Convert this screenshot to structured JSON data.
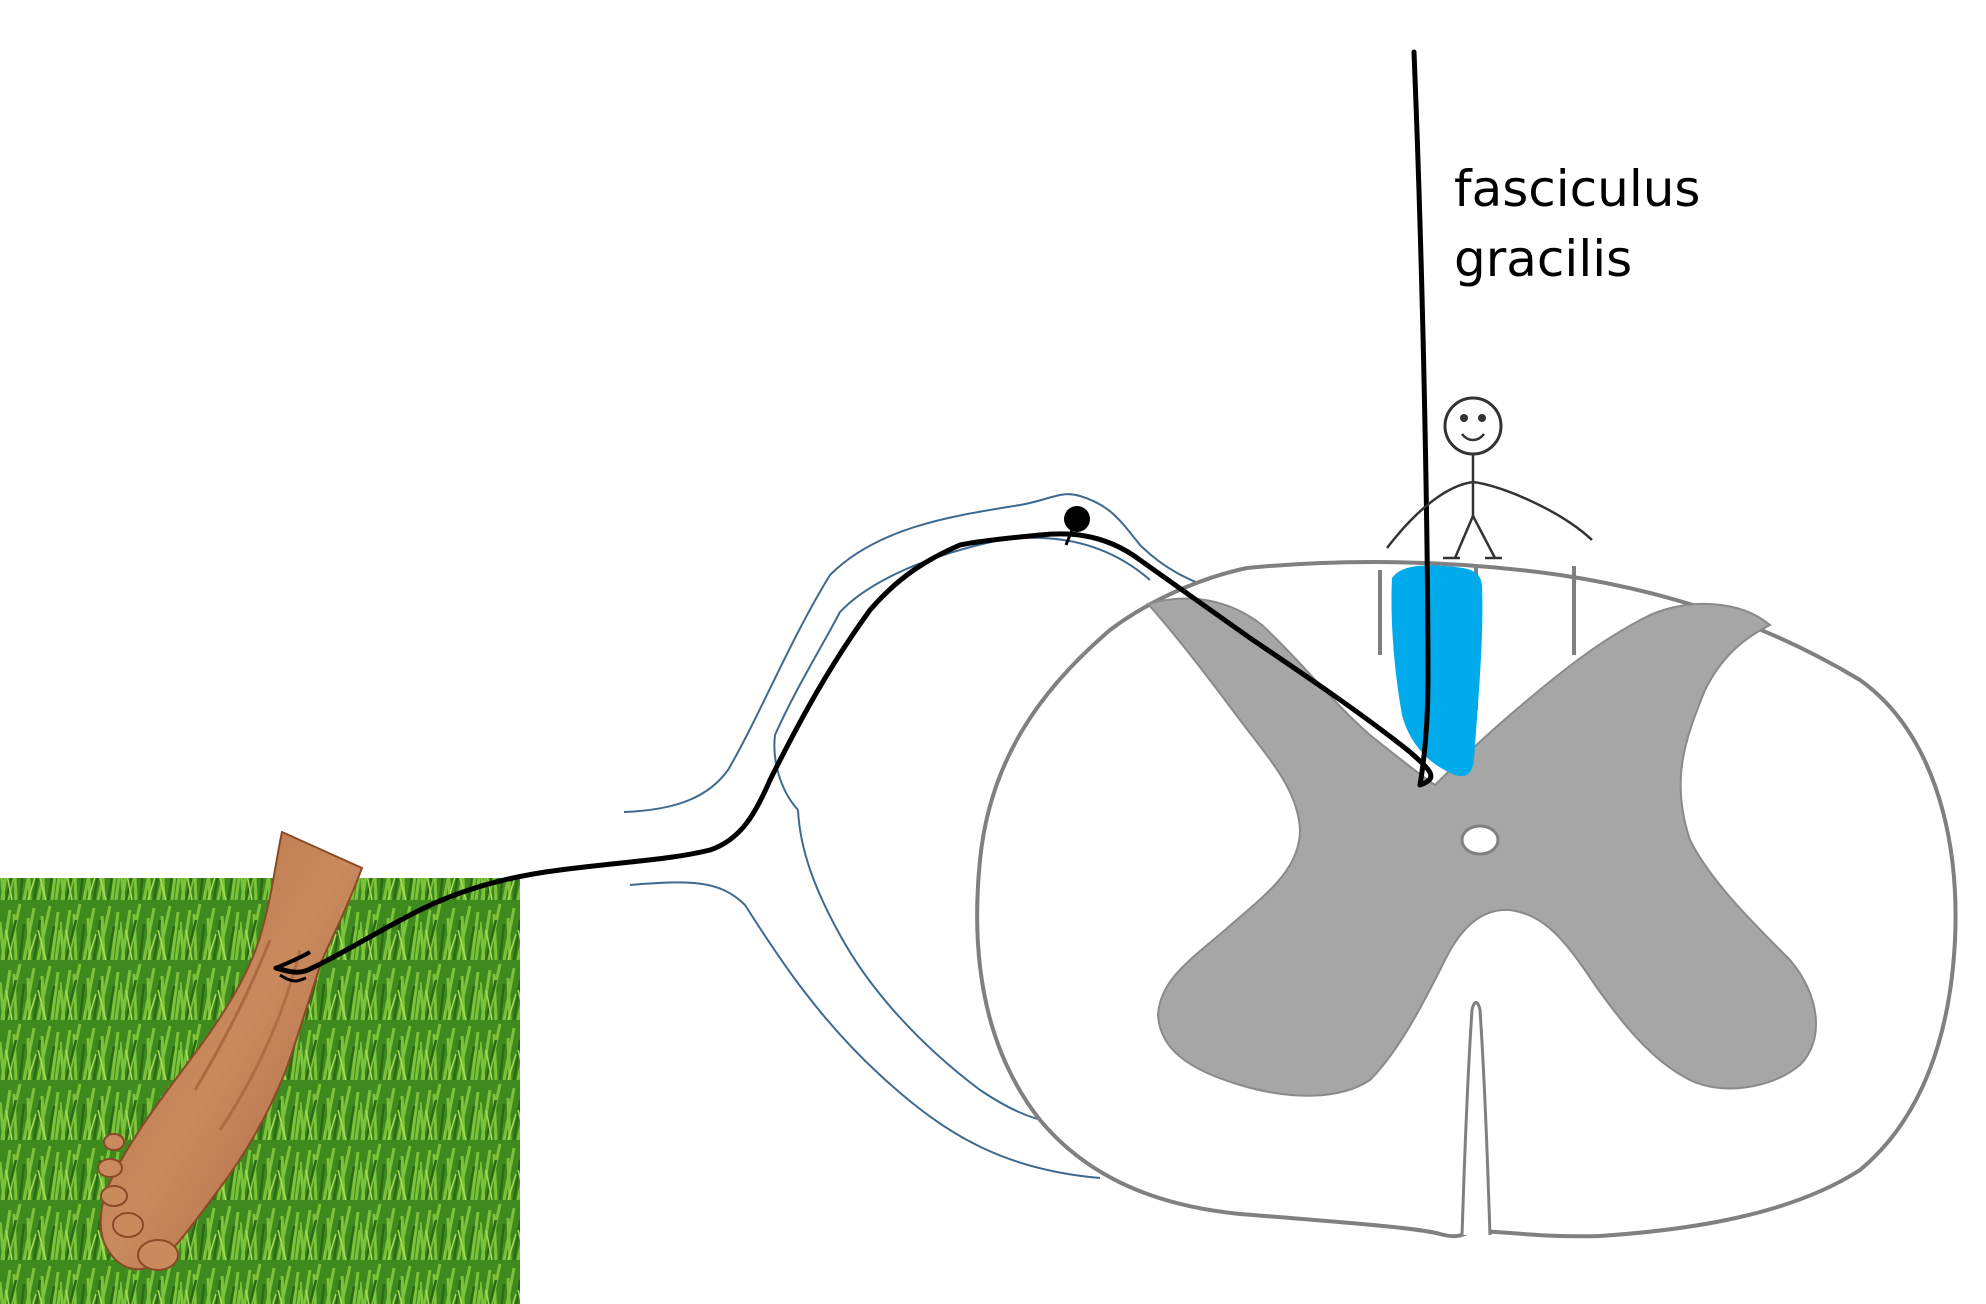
{
  "label": {
    "line1": "fasciculus",
    "line2": "gracilis"
  },
  "colors": {
    "background": "#ffffff",
    "grey_matter": "#a6a6a6",
    "cord_outline": "#808080",
    "nerve_outline": "#3e6a8f",
    "neuron_path": "#000000",
    "tract_highlight": "#00aaeb",
    "grass": "#3f8a1e",
    "skin": "#c07a4f"
  },
  "icons": [
    "stick-figure-icon",
    "foot-image"
  ]
}
